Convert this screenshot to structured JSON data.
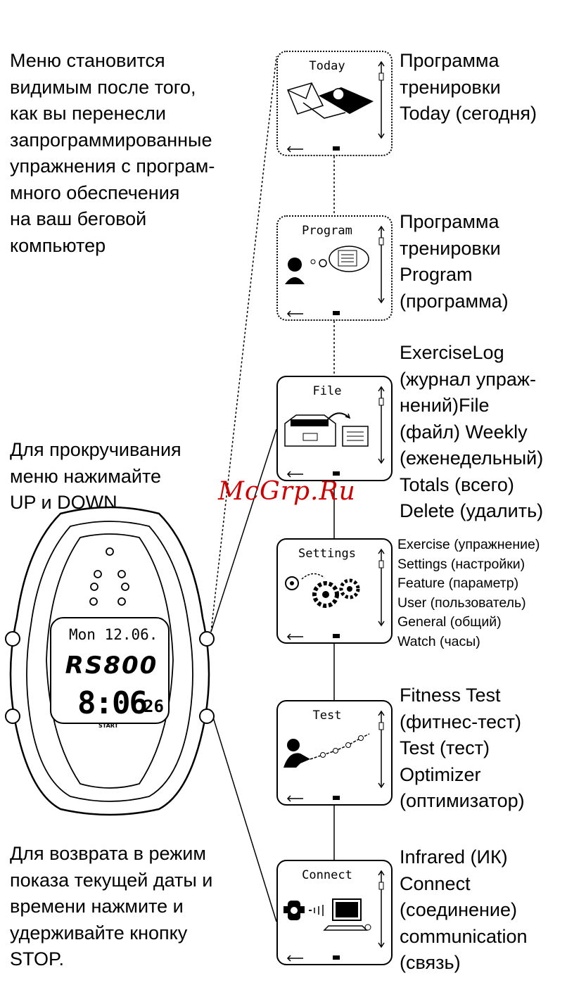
{
  "notes": {
    "menu_visible": "Меню становится\nвидимым после того,\nкак вы перенесли\nзапрограммированные\nупражнения с програм-\nмного обеспечения\nна ваш беговой\nкомпьютер",
    "scroll": "Для прокручивания\nменю нажимайте\nUP и DOWN.",
    "return": "Для возврата в режим\nпоказа текущей даты и\nвремени нажмите и\nудерживайте кнопку\nSTOP."
  },
  "watch": {
    "date": "Mon 12.06.",
    "model": "RS800",
    "time": "8:06",
    "seconds": "26",
    "start": "START"
  },
  "menus": [
    {
      "screen_title": "Today",
      "description": "Программа\nтренировки\nToday (сегодня)"
    },
    {
      "screen_title": "Program",
      "description": "Программа\nтренировки\nProgram\n(программа)"
    },
    {
      "screen_title": "File",
      "description": "ExerciseLog\n(журнал упраж-\nнений)File\n(файл) Weekly\n(еженедельный)\nTotals (всего)\nDelete (удалить)"
    },
    {
      "screen_title": "Settings",
      "description": "Exercise (упражнение)\nSettings (настройки)\nFeature (параметр)\nUser (пользователь)\nGeneral (общий)\nWatch (часы)"
    },
    {
      "screen_title": "Test",
      "description": "Fitness Test\n(фитнес-тест)\nTest (тест)\nOptimizer\n(оптимизатор)"
    },
    {
      "screen_title": "Connect",
      "description": "Infrared (ИК)\nConnect\n(соединение)\ncommunication\n(связь)"
    }
  ],
  "watermark": "McGrp.Ru"
}
